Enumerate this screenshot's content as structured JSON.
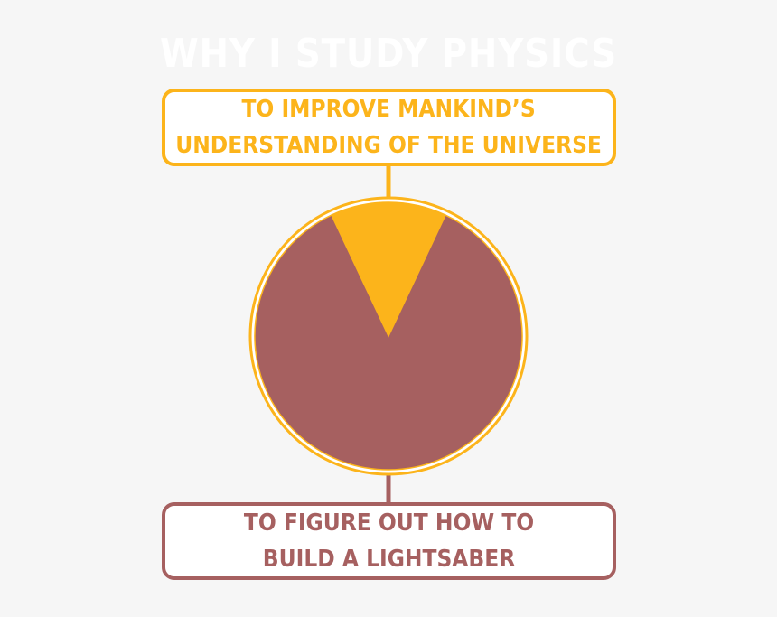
{
  "title": "WHY I STUDY PHYSICS",
  "colors": {
    "background": "#f6f6f6",
    "title": "#ffffff",
    "accent_yellow": "#fcb41b",
    "accent_maroon": "#a66060"
  },
  "chart_data": {
    "type": "pie",
    "title": "WHY I STUDY PHYSICS",
    "categories": [
      "TO IMPROVE MANKIND’S UNDERSTANDING OF THE UNIVERSE",
      "TO FIGURE OUT HOW TO BUILD A LIGHTSABER"
    ],
    "values": [
      14,
      86
    ],
    "colors": [
      "#fcb41b",
      "#a66060"
    ],
    "labels": [
      {
        "line1": "TO IMPROVE MANKIND’S",
        "line2": "UNDERSTANDING OF THE UNIVERSE"
      },
      {
        "line1": "TO FIGURE OUT HOW TO",
        "line2": "BUILD A LIGHTSABER"
      }
    ]
  }
}
